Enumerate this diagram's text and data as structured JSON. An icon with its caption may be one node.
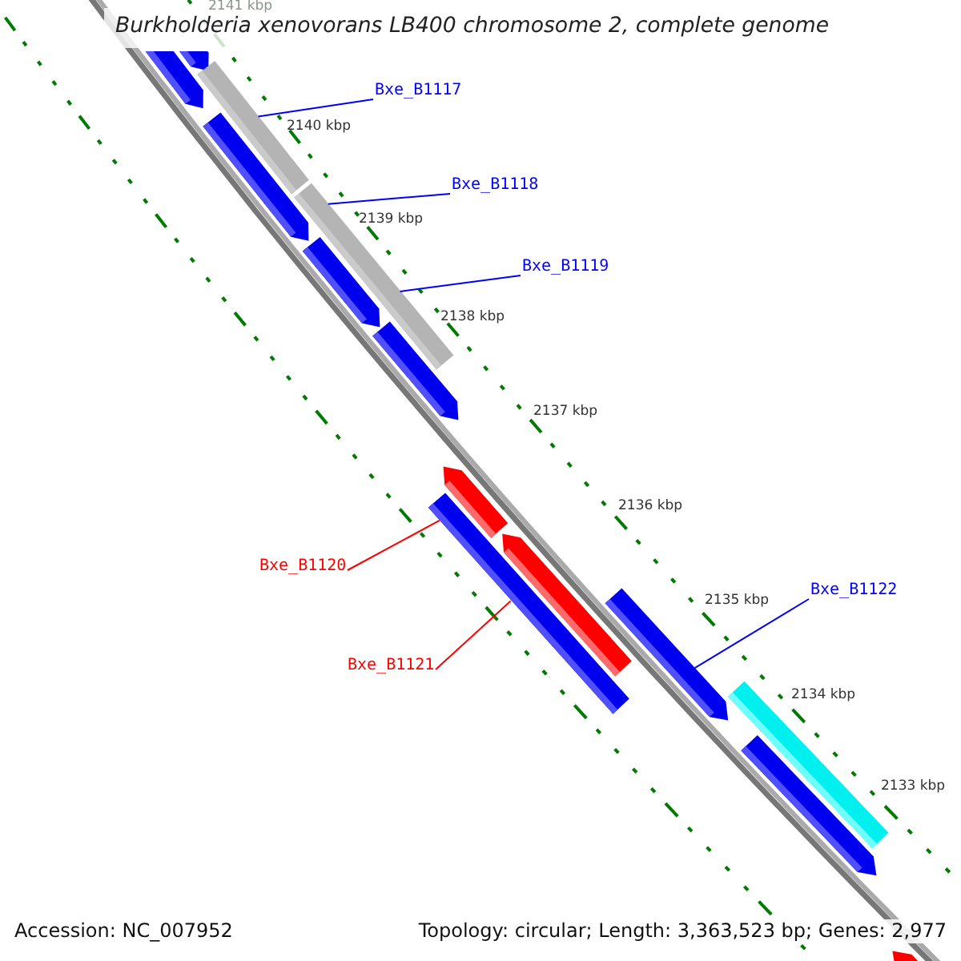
{
  "diagram": {
    "title": "Burkholderia xenovorans LB400 chromosome 2, complete genome",
    "nodes": [
      {
        "text": [
          "Bxe_B1117"
        ]
      },
      {
        "text": [
          "Bxe_B1118"
        ]
      },
      {
        "text": [
          "Bxe_B1119"
        ]
      },
      {
        "text": [
          "Bxe_B1120"
        ]
      },
      {
        "text": [
          "Bxe_B1122"
        ]
      },
      {
        "text": [
          "Bxe_B1121"
        ]
      },
      {
        "text": [],
        "shape": "bar"
      },
      {
        "text": [],
        "shape": "bar"
      },
      {
        "text": [],
        "shape": "bar"
      },
      {
        "text": [],
        "shape": "bar"
      },
      {
        "text": [],
        "shape": "bar"
      },
      {
        "text": [],
        "shape": "bar"
      },
      {
        "text": [],
        "shape": "bar"
      },
      {
        "text": [],
        "shape": "bar"
      },
      {
        "text": [],
        "shape": "bar"
      },
      {
        "text": [],
        "shape": "bar"
      },
      {
        "text": [],
        "shape": "bar"
      },
      {
        "text": [],
        "shape": "bar"
      },
      {
        "text": [],
        "shape": "bar"
      },
      {
        "text": [],
        "shape": "bar"
      }
    ],
    "edges": [
      {
        "from": 0,
        "to": 8,
        "arrow": "none"
      },
      {
        "from": 1,
        "to": 10,
        "arrow": "none"
      },
      {
        "from": 2,
        "to": 10,
        "arrow": "none"
      },
      {
        "from": 3,
        "to": 14,
        "arrow": "none",
        "color": "#ff0000"
      },
      {
        "from": 4,
        "to": 16,
        "arrow": "none"
      },
      {
        "from": 5,
        "to": 14,
        "arrow": "none",
        "color": "#ff0000"
      }
    ],
    "labels": [
      "2141 kbp",
      "2140 kbp",
      "2139 kbp",
      "2138 kbp",
      "2137 kbp",
      "2136 kbp",
      "2135 kbp",
      "2134 kbp",
      "2133 kbp",
      "Accession: NC_007952",
      "Topology: circular; Length: 3,363,523 bp; Genes: 2,977"
    ]
  }
}
